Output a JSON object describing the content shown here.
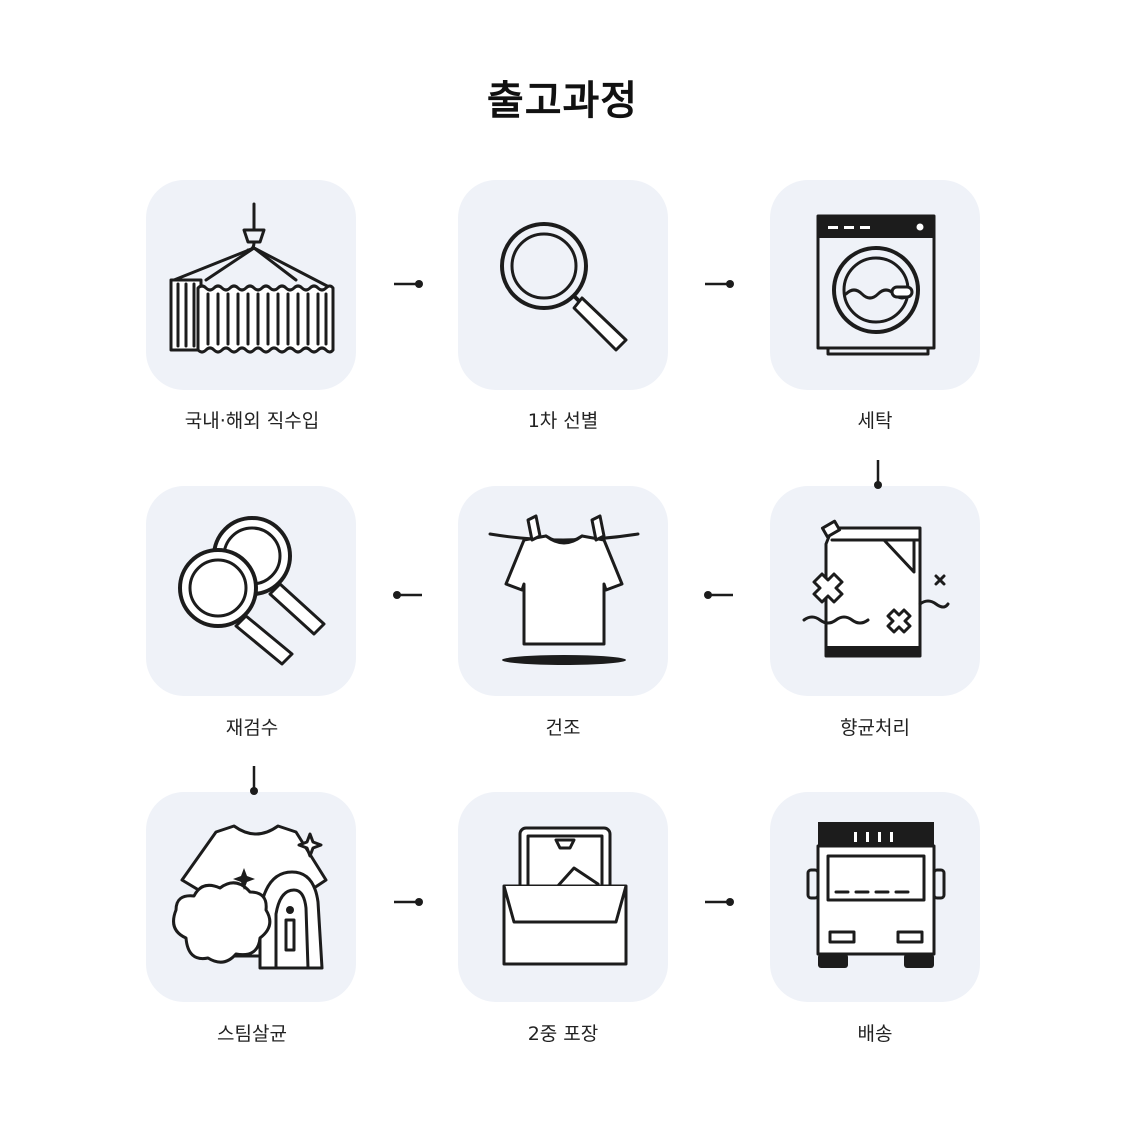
{
  "title": "출고과정",
  "steps": [
    {
      "label": "국내·해외 직수입",
      "icon": "shipping-container-crane-icon"
    },
    {
      "label": "1차 선별",
      "icon": "magnifying-glass-icon"
    },
    {
      "label": "세탁",
      "icon": "washing-machine-icon"
    },
    {
      "label": "향균처리",
      "icon": "detergent-bottle-icon"
    },
    {
      "label": "건조",
      "icon": "shirt-clothesline-icon"
    },
    {
      "label": "재검수",
      "icon": "double-magnifier-icon"
    },
    {
      "label": "스팀살균",
      "icon": "steam-iron-shirt-icon"
    },
    {
      "label": "2중 포장",
      "icon": "package-box-icon"
    },
    {
      "label": "배송",
      "icon": "delivery-truck-icon"
    }
  ],
  "colors": {
    "card": "#eff2f8",
    "ink": "#1c1c1c"
  }
}
